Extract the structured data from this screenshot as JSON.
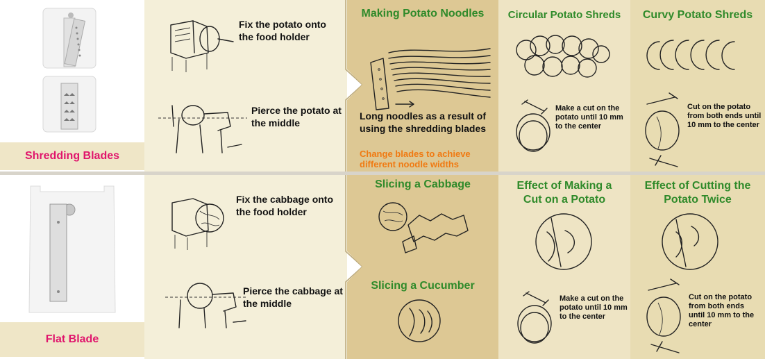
{
  "rows": [
    {
      "blade_label": "Shredding Blades",
      "steps": [
        "Fix the potato onto the food holder",
        "Pierce the potato at the middle"
      ],
      "panels": {
        "noodles": {
          "title": "Making Potato Noodles",
          "caption": "Long noodles as a result of using the shredding blades",
          "note": "Change blades to achieve different noodle widths"
        },
        "circular": {
          "title": "Circular Potato Shreds",
          "instruction": "Make a cut on the potato until 10 mm to the center"
        },
        "curvy": {
          "title": "Curvy Potato Shreds",
          "instruction": "Cut on the potato from both ends until 10 mm to the center"
        }
      }
    },
    {
      "blade_label": "Flat Blade",
      "steps": [
        "Fix the cabbage onto the food holder",
        "Pierce the cabbage at the middle"
      ],
      "panels": {
        "cabbage": {
          "title": "Slicing a Cabbage"
        },
        "cucumber": {
          "title": "Slicing a Cucumber"
        },
        "effect_one": {
          "title": "Effect of Making a Cut on a Potato",
          "instruction": "Make a cut on the potato until 10 mm to the center"
        },
        "effect_two": {
          "title": "Effect of Cutting the Potato Twice",
          "instruction": "Cut on the potato from both ends until 10 mm to the center"
        }
      }
    }
  ],
  "colors": {
    "green_title": "#2f8a2a",
    "pink_label": "#e0156c",
    "orange_note": "#f07a12"
  }
}
